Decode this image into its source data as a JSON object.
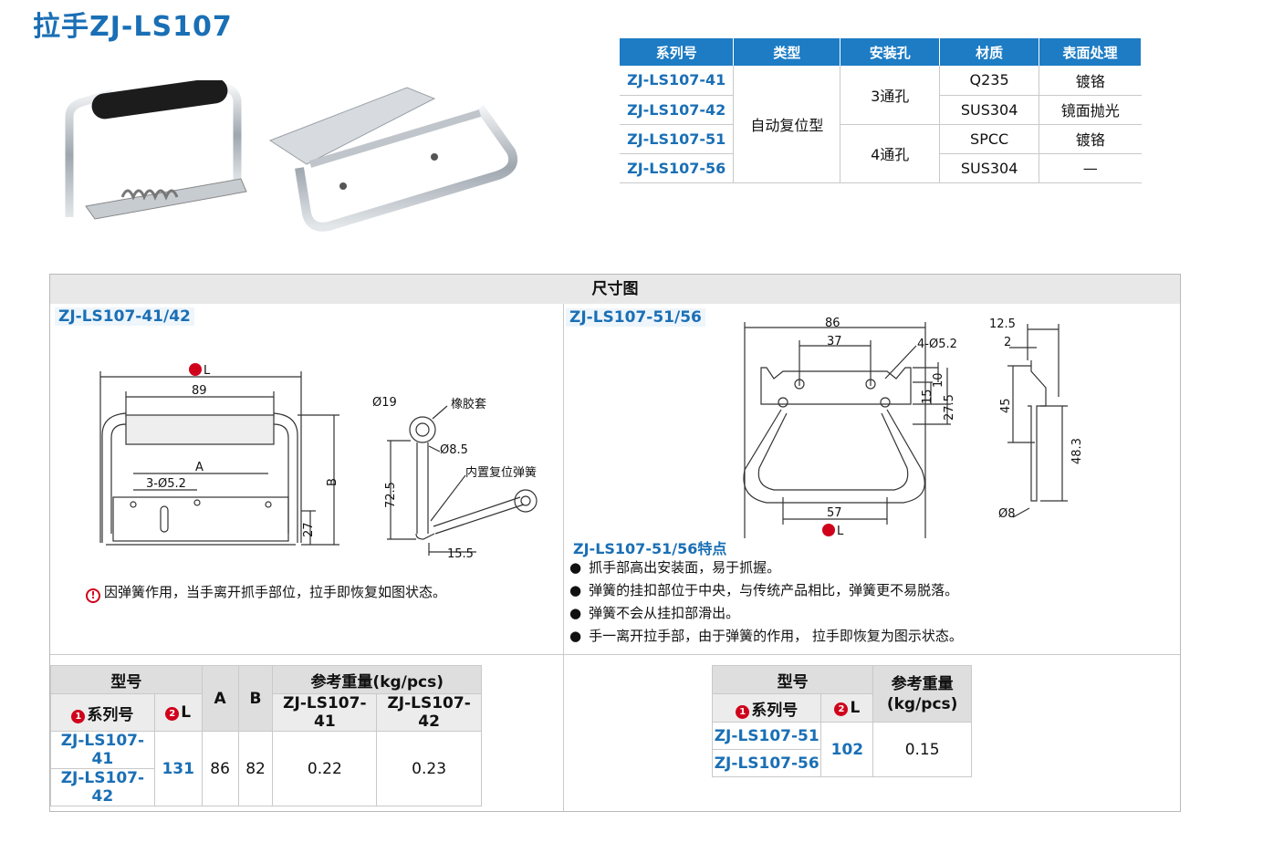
{
  "title": "拉手ZJ-LS107",
  "spec_table": {
    "headers": [
      "系列号",
      "类型",
      "安装孔",
      "材质",
      "表面处理"
    ],
    "models": [
      "ZJ-LS107-41",
      "ZJ-LS107-42",
      "ZJ-LS107-51",
      "ZJ-LS107-56"
    ],
    "type": "自动复位型",
    "holes": [
      "3通孔",
      "4通孔"
    ],
    "materials": [
      "Q235",
      "SUS304",
      "SPCC",
      "SUS304"
    ],
    "finishes": [
      "镀铬",
      "镜面抛光",
      "镀铬",
      "—"
    ]
  },
  "dimension_section": {
    "title": "尺寸图",
    "left_label": "ZJ-LS107-41/42",
    "right_label": "ZJ-LS107-51/56",
    "left_dims": {
      "L": "L",
      "d89": "89",
      "A": "A",
      "holes": "3-Ø5.2",
      "B": "B",
      "d27": "27",
      "d19": "Ø19",
      "rubber": "橡胶套",
      "d85": "Ø8.5",
      "spring": "内置复位弹簧",
      "d725": "72.5",
      "d155": "15.5"
    },
    "right_dims": {
      "d86": "86",
      "d37": "37",
      "holes": "4-Ø5.2",
      "d10": "10",
      "d15": "15",
      "d275": "27.5",
      "d57": "57",
      "L": "L",
      "d125": "12.5",
      "d2": "2",
      "d45": "45",
      "d483": "48.3",
      "d8": "Ø8"
    },
    "warning": "因弹簧作用，当手离开抓手部位，拉手即恢复如图状态。",
    "warning_icon": "warning-icon",
    "features_title": "ZJ-LS107-51/56特点",
    "features": [
      "抓手部高出安装面，易于抓握。",
      "弹簧的挂扣部位于中央，与传统产品相比，弹簧更不易脱落。",
      "弹簧不会从挂扣部滑出。",
      "手一离开拉手部，由于弹簧的作用，  拉手即恢复为图示状态。"
    ]
  },
  "table_left": {
    "h_model": "型号",
    "h_series": "系列号",
    "h_L": "L",
    "h_A": "A",
    "h_B": "B",
    "h_weight": "参考重量(kg/pcs)",
    "h_w1": "ZJ-LS107-41",
    "h_w2": "ZJ-LS107-42",
    "models": [
      "ZJ-LS107-41",
      "ZJ-LS107-42"
    ],
    "L": "131",
    "A": "86",
    "B": "82",
    "w1": "0.22",
    "w2": "0.23"
  },
  "table_right": {
    "h_model": "型号",
    "h_series": "系列号",
    "h_L": "L",
    "h_weight_line1": "参考重量",
    "h_weight_line2": "(kg/pcs)",
    "models": [
      "ZJ-LS107-51",
      "ZJ-LS107-56"
    ],
    "L": "102",
    "weight": "0.15"
  },
  "marker_numbers": [
    "1",
    "2"
  ],
  "colors": {
    "accent": "#1a6fb5",
    "header_blue": "#1d7cc4",
    "marker_red": "#d0021b"
  }
}
